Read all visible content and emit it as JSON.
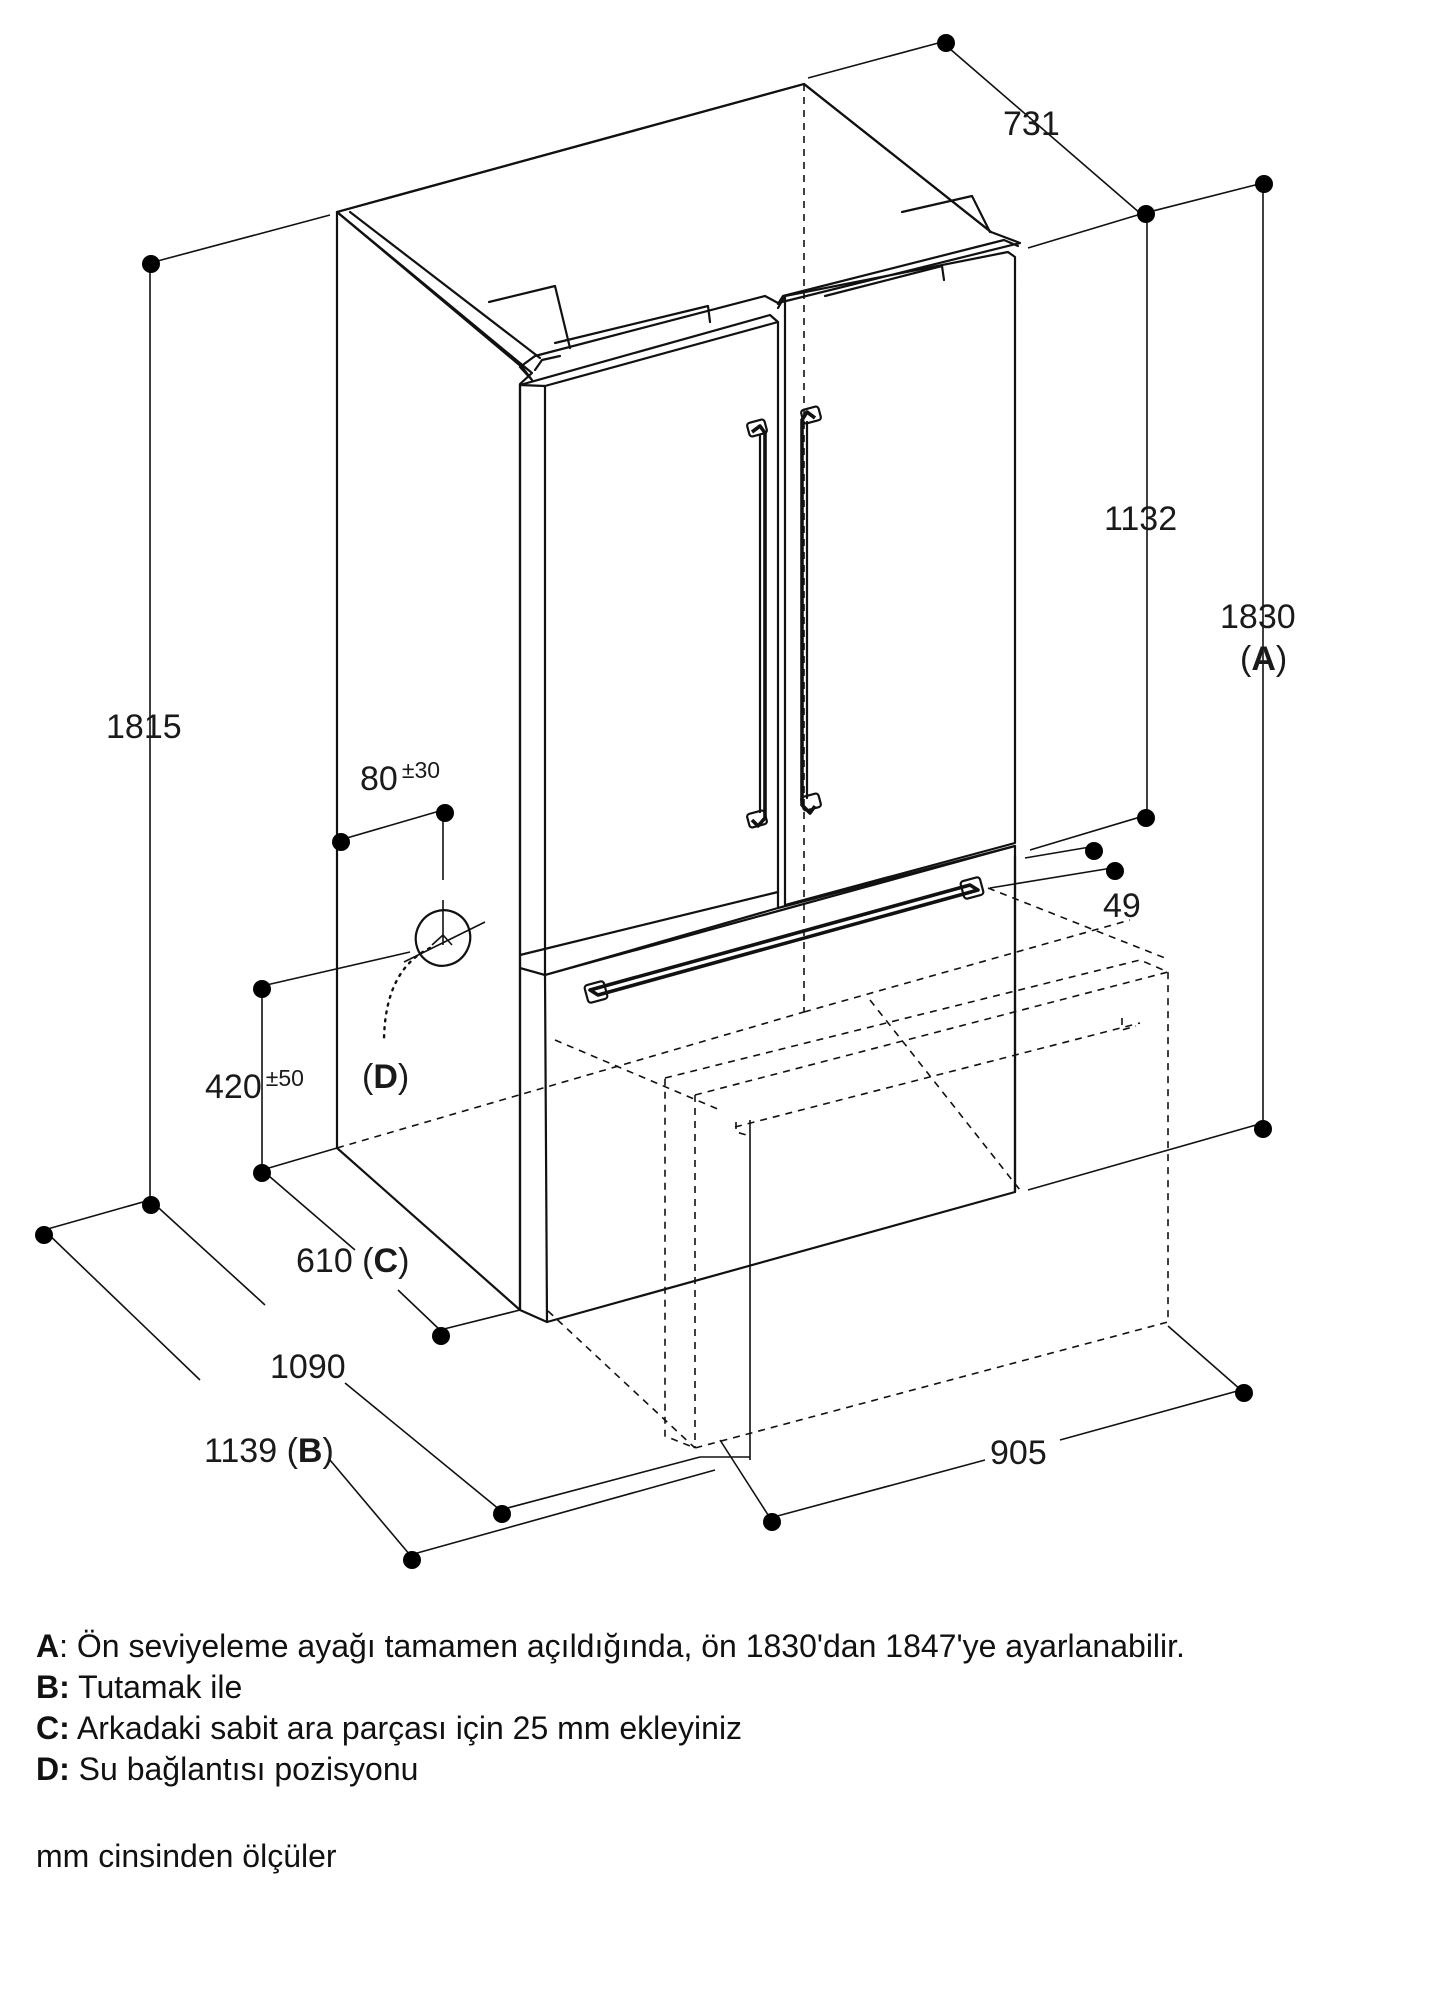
{
  "dimensions": {
    "depth_top": "731",
    "door_height": "1132",
    "total_height": "1830",
    "total_height_note": "A",
    "body_height": "1815",
    "water_offset": "80",
    "water_offset_tol": "±30",
    "drawer_gap": "49",
    "water_height": "420",
    "water_height_tol": "±50",
    "water_ref": "D",
    "side_depth": "610",
    "side_depth_note": "C",
    "depth_open": "1090",
    "depth_handle": "1139",
    "depth_handle_note": "B",
    "width": "905"
  },
  "legend": [
    {
      "key": "A",
      "sep": ":",
      "text": " Ön seviyeleme ayağı tamamen açıldığında, ön 1830'dan 1847'ye ayarlanabilir."
    },
    {
      "key": "B:",
      "sep": "",
      "text": " Tutamak ile"
    },
    {
      "key": "C:",
      "sep": "",
      "text": " Arkadaki sabit ara parçası için 25 mm ekleyiniz"
    },
    {
      "key": "D:",
      "sep": "",
      "text": " Su bağlantısı pozisyonu"
    }
  ],
  "units": "mm cinsinden ölçüler"
}
